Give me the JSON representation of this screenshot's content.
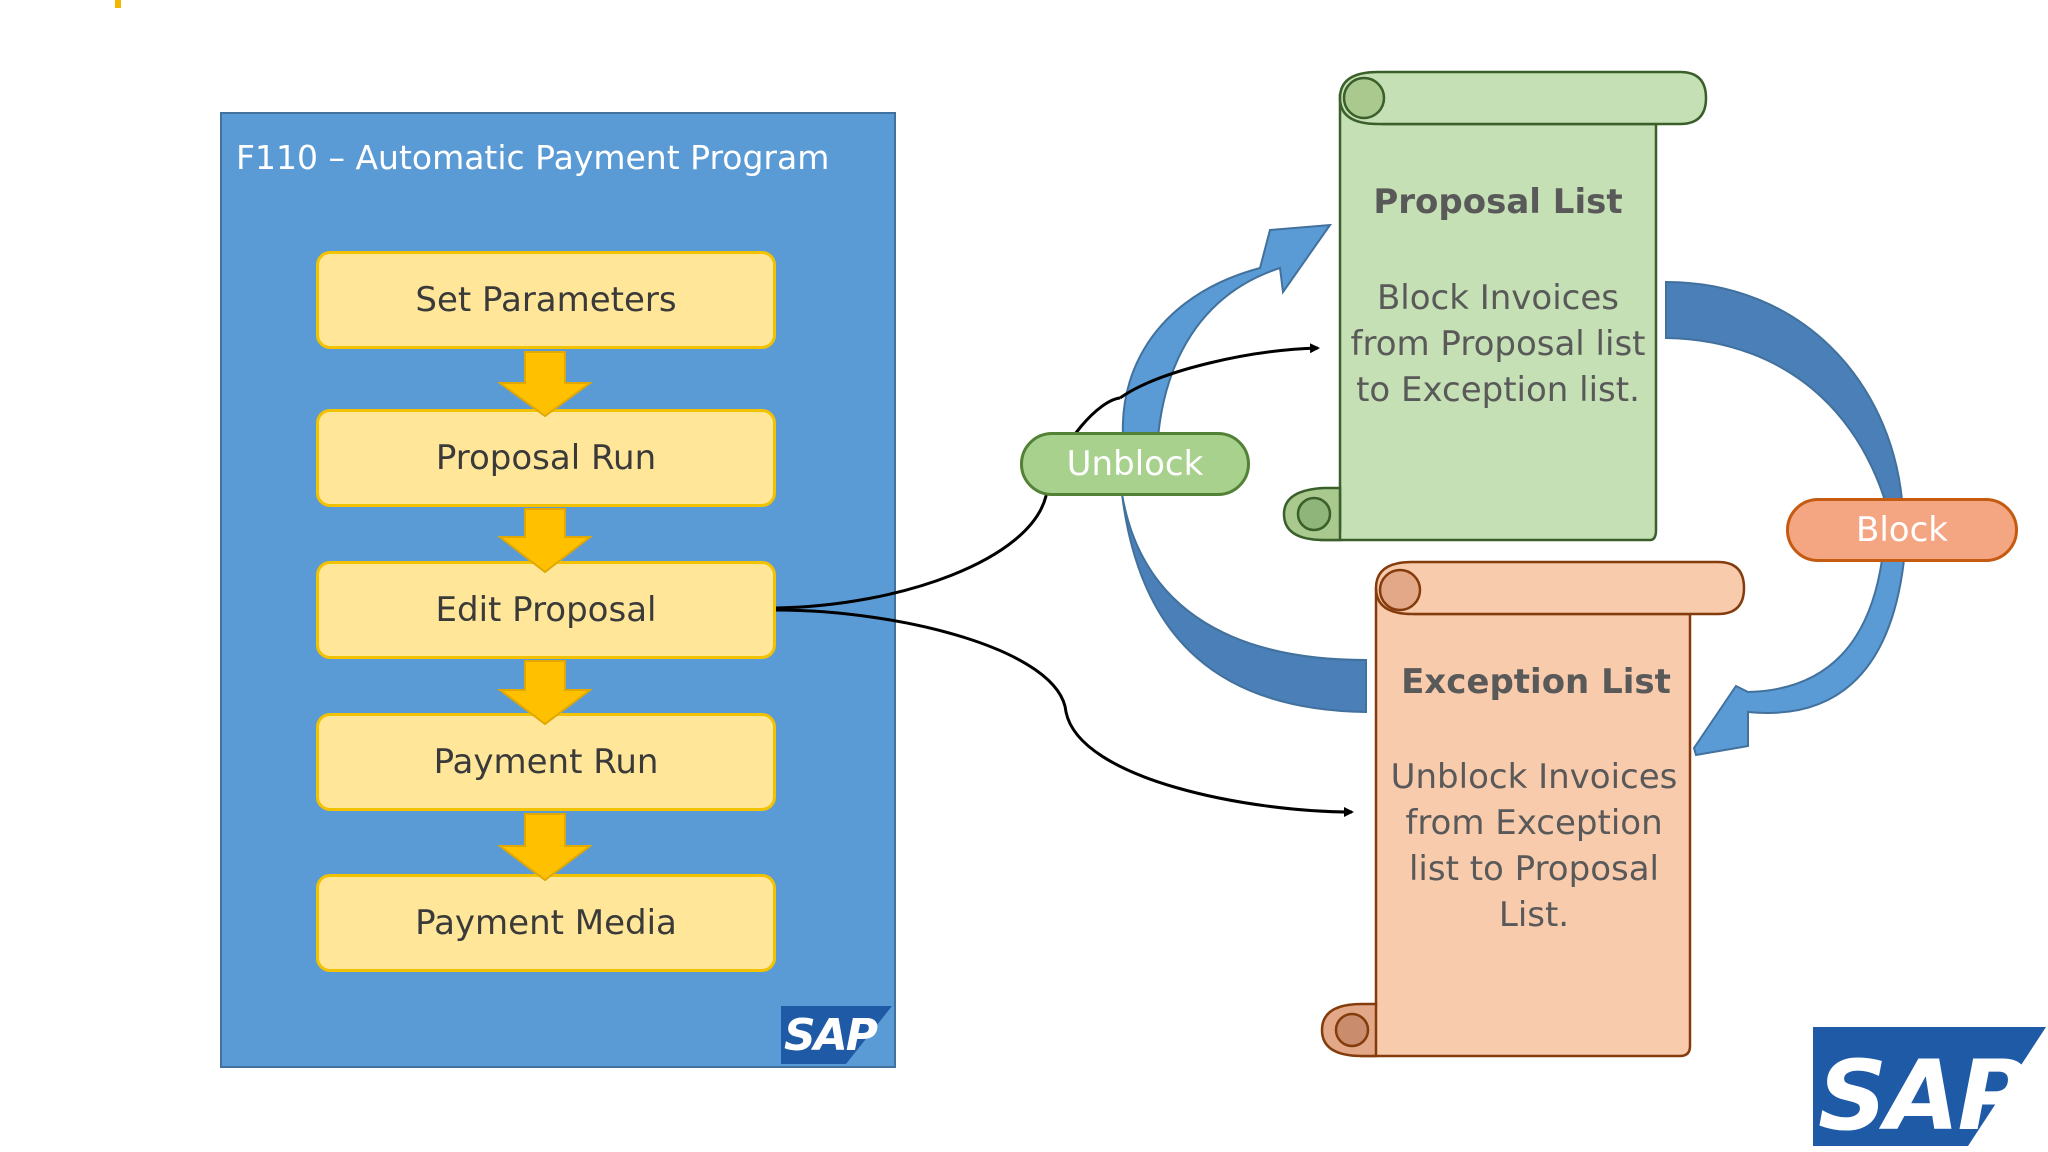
{
  "program": {
    "title": "F110 – Automatic Payment Program",
    "steps": [
      "Set Parameters",
      "Proposal Run",
      "Edit Proposal",
      "Payment Run",
      "Payment Media"
    ]
  },
  "proposal_list": {
    "title": "Proposal List",
    "lines": [
      "Block Invoices",
      "from Proposal list",
      "to Exception list."
    ]
  },
  "exception_list": {
    "title": "Exception List",
    "lines": [
      "Unblock Invoices",
      "from Exception",
      "list to Proposal",
      "List."
    ]
  },
  "actions": {
    "unblock": "Unblock",
    "block": "Block"
  },
  "logo": {
    "text": "SAP"
  },
  "colors": {
    "panel": "#5b9bd5",
    "step_fill": "#ffe699",
    "step_border": "#f2c200",
    "proposal_scroll": "#c5e0b4",
    "exception_scroll": "#f8cbad",
    "arrow_blue": "#5b9bd5"
  }
}
